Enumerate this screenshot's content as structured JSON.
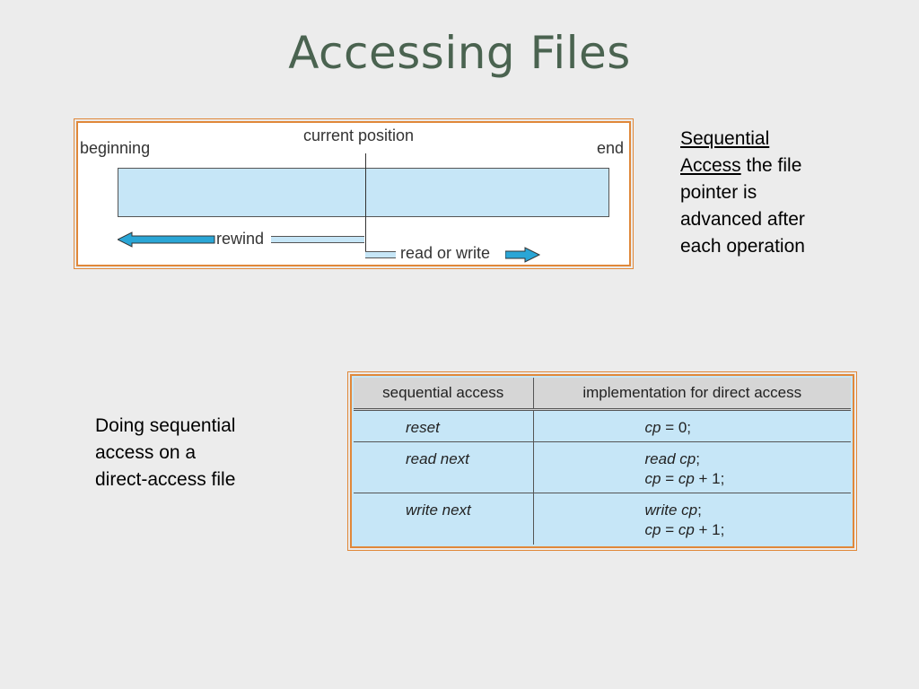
{
  "slide": {
    "title": "Accessing Files"
  },
  "diagram": {
    "label_beginning": "beginning",
    "label_current": "current position",
    "label_end": "end",
    "label_rewind": "rewind",
    "label_read_write": "read or write"
  },
  "sequential_note": {
    "term": "Sequential Access",
    "term_line1": "Sequential",
    "term_line2": "Access",
    "rest_line2": " the file",
    "line3": "pointer is",
    "line4": "advanced after",
    "line5": "each operation"
  },
  "direct_note": {
    "line1": "Doing sequential",
    "line2": "access on a",
    "line3": "direct-access file"
  },
  "table": {
    "headers": [
      "sequential access",
      "implementation for direct access"
    ],
    "rows": [
      {
        "op": "reset",
        "impl1_var": "cp",
        "impl1_rest": " = 0;",
        "impl2_var": "",
        "impl2_rest": ""
      },
      {
        "op": "read next",
        "impl1_var": "read cp",
        "impl1_rest": ";",
        "impl2_var": "cp",
        "impl2_rest": " = ",
        "impl2_var2": "cp",
        "impl2_rest2": " + 1;"
      },
      {
        "op": "write next",
        "impl1_var": "write cp",
        "impl1_rest": ";",
        "impl2_var": "cp",
        "impl2_rest": " = ",
        "impl2_var2": "cp",
        "impl2_rest2": " + 1;"
      }
    ]
  },
  "colors": {
    "title": "#4a6350",
    "border_accent": "#e0883a",
    "tape_fill": "#c6e6f7",
    "arrow_fill": "#2aa6d6",
    "header_fill": "#d6d6d6"
  }
}
